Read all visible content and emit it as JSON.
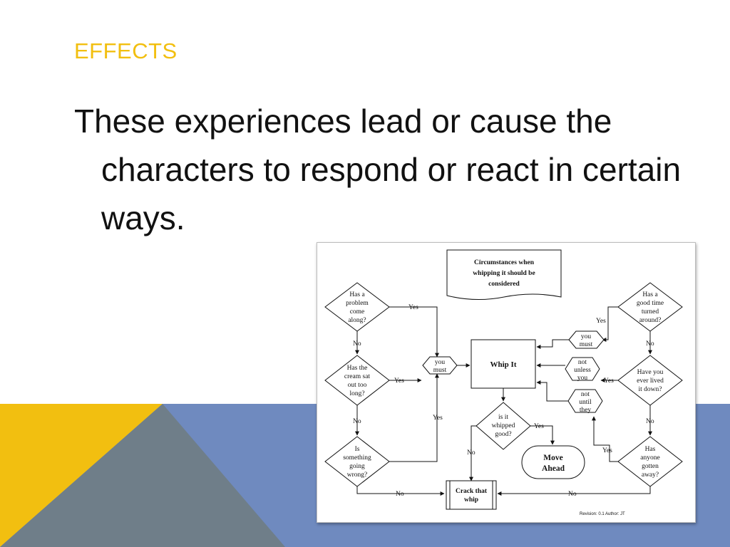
{
  "slide": {
    "title": "EFFECTS",
    "body": "These experiences lead or cause the characters to respond or react in certain ways."
  },
  "colors": {
    "accent_title": "#f2bf10",
    "yellow": "#f2bf10",
    "gray": "#6f7e89",
    "blue": "#6f8abf"
  },
  "flowchart": {
    "title_lines": [
      "Circumstances when",
      "whipping it should be",
      "considered"
    ],
    "q1": [
      "Has a",
      "problem",
      "come",
      "along?"
    ],
    "q2": [
      "Has the",
      "cream sat",
      "out too",
      "long?"
    ],
    "q3": [
      "Is",
      "something",
      "going",
      "wrong?"
    ],
    "q4": [
      "Has a",
      "good time",
      "turned",
      "around?"
    ],
    "q5": [
      "Have you",
      "ever lived",
      "it down?"
    ],
    "q6": [
      "Has",
      "anyone",
      "gotten",
      "away?"
    ],
    "q_whipped": [
      "is it",
      "whipped",
      "good?"
    ],
    "whip_it": "Whip It",
    "you_must_left": [
      "you",
      "must"
    ],
    "you_must_right": [
      "you",
      "must"
    ],
    "not_unless": [
      "not",
      "unless",
      "you"
    ],
    "not_until": [
      "not",
      "until",
      "they"
    ],
    "move_ahead": [
      "Move",
      "Ahead"
    ],
    "crack_that_whip": [
      "Crack that",
      "whip"
    ],
    "yes": "Yes",
    "no": "No",
    "footer": "Revision: 0.1   Author: JT"
  }
}
